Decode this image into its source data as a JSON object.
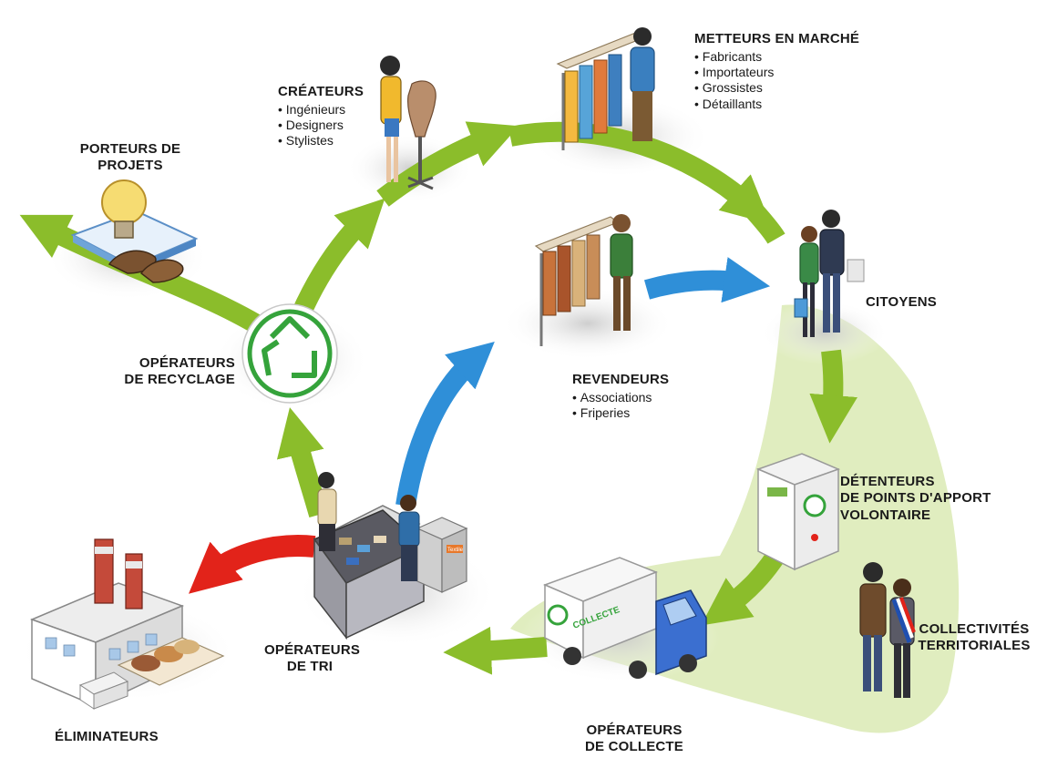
{
  "colors": {
    "green_arrow": "#8bbd2b",
    "blue_arrow": "#2f8fd8",
    "red_arrow": "#e2231a",
    "light_green_area": "#dbeab4",
    "recycle_green": "#35a33b"
  },
  "actors": {
    "porteurs": {
      "title_line1": "PORTEURS DE",
      "title_line2": "PROJETS"
    },
    "createurs": {
      "title": "CRÉATEURS",
      "items": [
        "Ingénieurs",
        "Designers",
        "Stylistes"
      ]
    },
    "metteurs": {
      "title": "METTEURS EN MARCHÉ",
      "items": [
        "Fabricants",
        "Importateurs",
        "Grossistes",
        "Détaillants"
      ]
    },
    "citoyens": {
      "title": "CITOYENS"
    },
    "revendeurs": {
      "title": "REVENDEURS",
      "items": [
        "Associations",
        "Friperies"
      ]
    },
    "recyclage": {
      "title_line1": "OPÉRATEURS",
      "title_line2": "DE RECYCLAGE"
    },
    "detenteurs": {
      "title_line1": "DÉTENTEURS",
      "title_line2": "DE POINTS D'APPORT",
      "title_line3": "VOLONTAIRE"
    },
    "collectivites": {
      "title_line1": "COLLECTIVITÉS",
      "title_line2": "TERRITORIALES"
    },
    "tri": {
      "title_line1": "OPÉRATEURS",
      "title_line2": "DE TRI"
    },
    "collecte": {
      "title_line1": "OPÉRATEURS",
      "title_line2": "DE COLLECTE"
    },
    "eliminateurs": {
      "title": "ÉLIMINATEURS"
    }
  },
  "truck": {
    "label": "COLLECTE"
  },
  "bin": {
    "label": "Textile"
  }
}
